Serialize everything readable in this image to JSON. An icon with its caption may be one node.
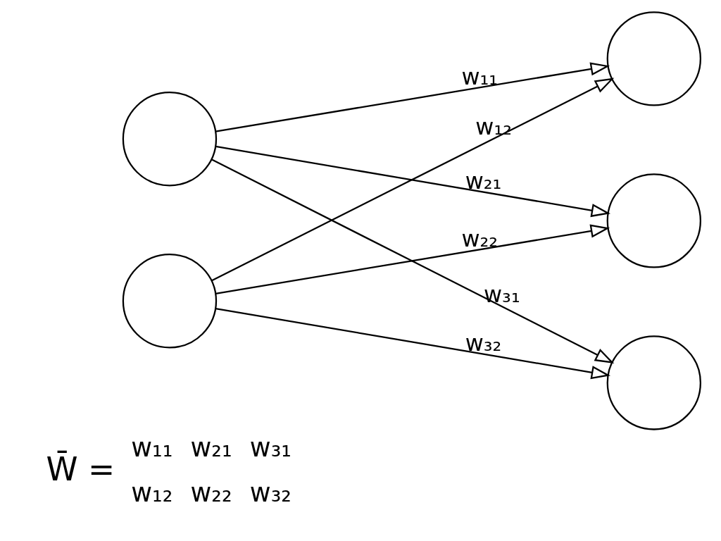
{
  "diagram": {
    "nodes": [
      {
        "text": [],
        "shape": "circle"
      },
      {
        "text": [],
        "shape": "circle"
      },
      {
        "text": [],
        "shape": "circle"
      },
      {
        "text": [],
        "shape": "circle"
      },
      {
        "text": [],
        "shape": "circle"
      }
    ],
    "edges": [
      {
        "from": 0,
        "to": 2,
        "arrow": "to",
        "label": "w₁₁"
      },
      {
        "from": 0,
        "to": 3,
        "arrow": "to",
        "label": "w₂₁"
      },
      {
        "from": 0,
        "to": 4,
        "arrow": "to",
        "label": "w₃₁"
      },
      {
        "from": 1,
        "to": 2,
        "arrow": "to",
        "label": "w₁₂"
      },
      {
        "from": 1,
        "to": 3,
        "arrow": "to",
        "label": "w₂₂"
      },
      {
        "from": 1,
        "to": 4,
        "arrow": "to",
        "label": "w₃₂"
      }
    ],
    "labels": [
      "W̄ =",
      "w₁₁",
      "w₂₁",
      "w₃₁",
      "w₁₂",
      "w₂₂",
      "w₃₂"
    ]
  }
}
